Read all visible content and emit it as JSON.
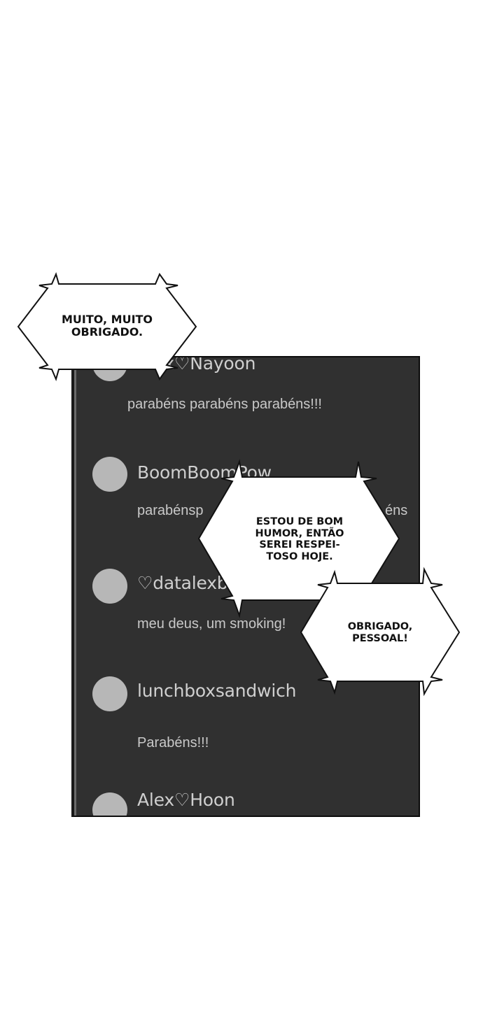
{
  "feed": {
    "comments": [
      {
        "username": "Alex♡Nayoon",
        "message": "parabéns parabéns parabéns!!!"
      },
      {
        "username": "BoomBoomPow",
        "message_start": "parabénsp",
        "message_end": "éns"
      },
      {
        "username": "♡datalexb",
        "message": "meu deus, um smoking!"
      },
      {
        "username": "lunchboxsandwich",
        "message": "Parabéns!!!"
      },
      {
        "username": "Alex♡Hoon"
      }
    ]
  },
  "bubbles": {
    "top_left": {
      "lines": [
        "MUITO, MUITO",
        "OBRIGADO."
      ]
    },
    "center": {
      "lines": [
        "ESTOU DE BOM",
        "HUMOR, ENTÃO",
        "SEREI RESPEI-",
        "TOSO HOJE."
      ]
    },
    "right": {
      "lines": [
        "OBRIGADO,",
        "PESSOAL!"
      ]
    }
  },
  "colors": {
    "panel": "#303030",
    "avatar": "#b7b7b7",
    "text": "#cfcfcf",
    "bubble_fill": "#ffffff",
    "bubble_stroke": "#111111"
  }
}
